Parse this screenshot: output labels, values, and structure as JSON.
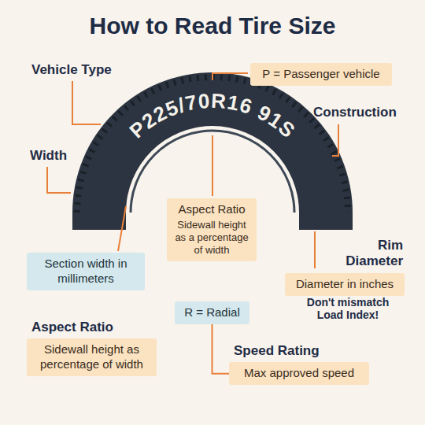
{
  "diagram": {
    "title": "How to Read Tire Size",
    "nodes": [
      {
        "text": [
          "P = Passenger vehicle"
        ]
      },
      {
        "text": [
          "Aspect Ratio",
          "Sidewall height as a percentage of width"
        ]
      },
      {
        "text": [
          "Section width in millimeters"
        ]
      },
      {
        "text": [
          "Rim Diameter",
          "Diameter in inches"
        ]
      },
      {
        "text": [
          "Aspect Ratio",
          "Sidewall height as percentage of width"
        ]
      },
      {
        "text": [
          "R = Radial"
        ]
      },
      {
        "text": [
          "Speed Rating",
          "Max approved speed"
        ]
      }
    ],
    "edges": [
      {
        "from": 5,
        "to": 6,
        "arrow": "none"
      }
    ],
    "labels": [
      "Vehicle Type",
      "P225/70R16 91S",
      "Construction",
      "Width",
      "Don't mismatch Load Index!"
    ]
  }
}
